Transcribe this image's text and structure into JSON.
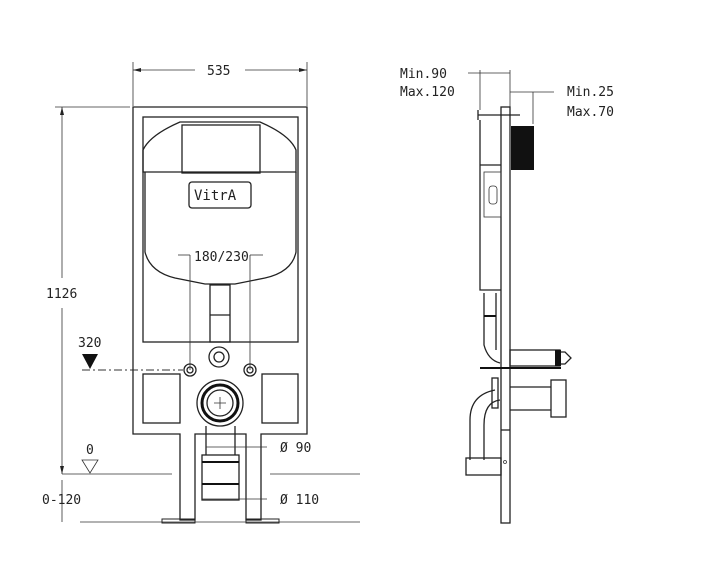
{
  "front_view": {
    "width_dim": "535",
    "height_dim": "1126",
    "spacing_dim": "180/230",
    "height_320": "320",
    "floor_level": "0",
    "floor_range": "0-120",
    "pipe_90": "Ø 90",
    "pipe_110": "Ø 110",
    "brand": "VitrA"
  },
  "side_view": {
    "depth_min": "Min.90",
    "depth_max": "Max.120",
    "plate_min": "Min.25",
    "plate_max": "Max.70"
  }
}
